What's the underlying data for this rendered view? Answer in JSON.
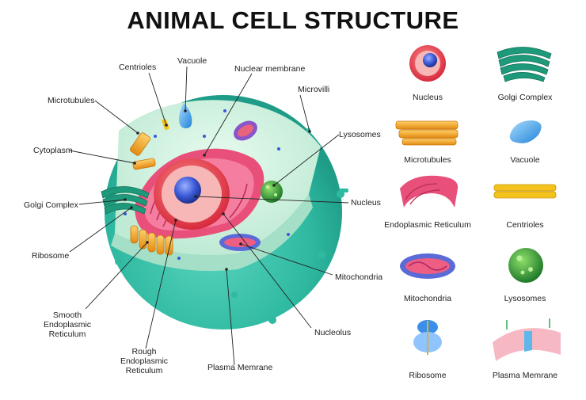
{
  "title": "ANIMAL CELL STRUCTURE",
  "diagram_labels": {
    "vacuole": "Vacuole",
    "centrioles": "Centrioles",
    "nuclear_membrane": "Nuclear membrane",
    "microvilli": "Microvilli",
    "microtubules": "Microtubules",
    "lysosomes": "Lysosomes",
    "cytoplasm": "Cytoplasm",
    "golgi_complex": "Golgi Complex",
    "nucleus": "Nucleus",
    "ribosome": "Ribosome",
    "mitochondria": "Mitochondria",
    "smooth_er": "Smooth Endoplasmic Reticulum",
    "nucleolus": "Nucleolus",
    "rough_er": "Rough Endoplasmic Reticulum",
    "plasma_membrane": "Plasma Memrane"
  },
  "legend": [
    {
      "label": "Nucleus",
      "icon": "nucleus-icon"
    },
    {
      "label": "Golgi Complex",
      "icon": "golgi-icon"
    },
    {
      "label": "Microtubules",
      "icon": "microtubules-icon"
    },
    {
      "label": "Vacuole",
      "icon": "vacuole-icon"
    },
    {
      "label": "Endoplasmic Reticulum",
      "icon": "er-icon"
    },
    {
      "label": "Centrioles",
      "icon": "centrioles-icon"
    },
    {
      "label": "Mitochondria",
      "icon": "mitochondria-icon"
    },
    {
      "label": "Lysosomes",
      "icon": "lysosome-icon"
    },
    {
      "label": "Ribosome",
      "icon": "ribosome-icon"
    },
    {
      "label": "Plasma Memrane",
      "icon": "plasma-membrane-icon"
    }
  ],
  "colors": {
    "cell_teal": "#3fc7b0",
    "cytoplasm": "#c9f0dd",
    "er_pink": "#e8507a",
    "nucleus_blue": "#3a58d6",
    "golgi_green": "#1e9a7a",
    "microtubule_orange": "#f4a21c",
    "vacuole_blue": "#45a8e8",
    "mitochondria_purple": "#8a55c8",
    "lysosome_green": "#2e9a3a"
  }
}
